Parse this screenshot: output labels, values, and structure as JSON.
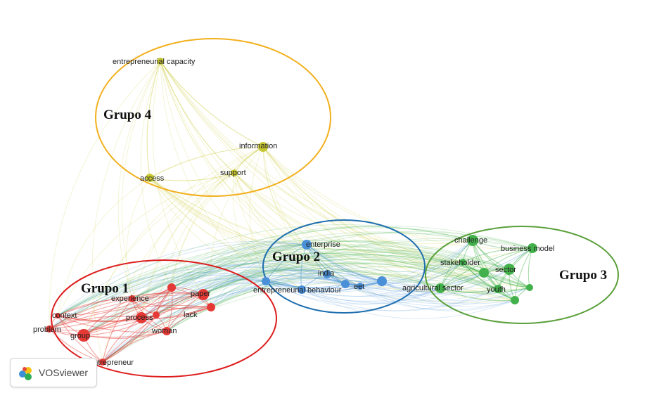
{
  "colors": {
    "grupo1": "#e53935",
    "grupo2": "#4a90d9",
    "grupo3": "#43b14b",
    "grupo4": "#c8c832",
    "ellipse1": "#dd1c1c",
    "ellipse2": "#1f6fb0",
    "ellipse3": "#5aa03a",
    "ellipse4": "#f2b01e"
  },
  "groups": [
    {
      "id": "g1",
      "label": "Grupo 1",
      "color_key": "ellipse1"
    },
    {
      "id": "g2",
      "label": "Grupo 2",
      "color_key": "ellipse2"
    },
    {
      "id": "g3",
      "label": "Grupo 3",
      "color_key": "ellipse3"
    },
    {
      "id": "g4",
      "label": "Grupo 4",
      "color_key": "ellipse4"
    }
  ],
  "nodes": [
    {
      "id": "entrepreneurial_capacity",
      "label": "entrepreneurial capacity",
      "group": "g4"
    },
    {
      "id": "information",
      "label": "information",
      "group": "g4"
    },
    {
      "id": "access",
      "label": "access",
      "group": "g4"
    },
    {
      "id": "support",
      "label": "support",
      "group": "g4"
    },
    {
      "id": "enterprise",
      "label": "enterprise",
      "group": "g2"
    },
    {
      "id": "india",
      "label": "india",
      "group": "g2"
    },
    {
      "id": "entrepreneurial_behaviour",
      "label": "entrepreneurial behaviour",
      "group": "g2"
    },
    {
      "id": "eet",
      "label": "eet",
      "group": "g2"
    },
    {
      "id": "g2a",
      "label": "",
      "group": "g2"
    },
    {
      "id": "g2b",
      "label": "",
      "group": "g2"
    },
    {
      "id": "g2c",
      "label": "",
      "group": "g2"
    },
    {
      "id": "challenge",
      "label": "challenge",
      "group": "g3"
    },
    {
      "id": "business_model",
      "label": "business model",
      "group": "g3"
    },
    {
      "id": "stakeholder",
      "label": "stakeholder",
      "group": "g3"
    },
    {
      "id": "sector",
      "label": "sector",
      "group": "g3"
    },
    {
      "id": "agricultural_sector",
      "label": "agricultural sector",
      "group": "g3"
    },
    {
      "id": "youth",
      "label": "youth",
      "group": "g3"
    },
    {
      "id": "g3a",
      "label": "",
      "group": "g3"
    },
    {
      "id": "g3b",
      "label": "",
      "group": "g3"
    },
    {
      "id": "g3c",
      "label": "",
      "group": "g3"
    },
    {
      "id": "paper",
      "label": "paper",
      "group": "g1"
    },
    {
      "id": "experience",
      "label": "experience",
      "group": "g1"
    },
    {
      "id": "context",
      "label": "context",
      "group": "g1"
    },
    {
      "id": "process",
      "label": "process",
      "group": "g1"
    },
    {
      "id": "lack",
      "label": "lack",
      "group": "g1"
    },
    {
      "id": "problem",
      "label": "problem",
      "group": "g1"
    },
    {
      "id": "group",
      "label": "group",
      "group": "g1"
    },
    {
      "id": "woman",
      "label": "woman",
      "group": "g1"
    },
    {
      "id": "female_entrepreneur",
      "label": "female entrepreneur",
      "group": "g1"
    },
    {
      "id": "g1a",
      "label": "",
      "group": "g1"
    },
    {
      "id": "g1b",
      "label": "",
      "group": "g1"
    }
  ],
  "logo": {
    "text": "VOSviewer",
    "icon": "vosviewer-logo-icon"
  }
}
